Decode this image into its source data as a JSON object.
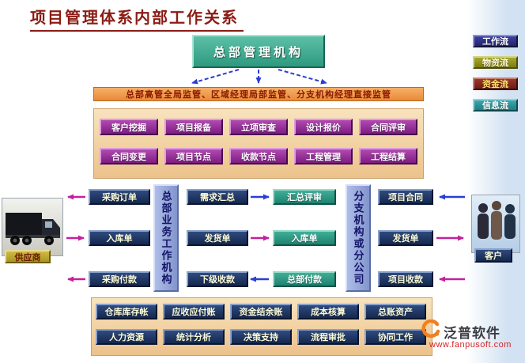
{
  "title": "项目管理体系内部工作关系",
  "legend": {
    "items": [
      {
        "label": "工作流",
        "color": "#2e3192"
      },
      {
        "label": "物资流",
        "color": "#8a8a10"
      },
      {
        "label": "资金流",
        "color": "#7c241c"
      },
      {
        "label": "信息流",
        "color": "#2e9aa0"
      }
    ]
  },
  "top": {
    "hq_label": "总部管理机构",
    "banner": "总部高管全局监管、区域经理局部监管、分支机构经理直接监管"
  },
  "process_panel": {
    "rows": [
      [
        "客户挖掘",
        "项目报备",
        "立项审查",
        "设计报价",
        "合同评审"
      ],
      [
        "合同变更",
        "项目节点",
        "收款节点",
        "工程管理",
        "工程结算"
      ]
    ]
  },
  "middle": {
    "supplier_label": "供应商",
    "customer_label": "客户",
    "hq_bar": "总部业务工作机构",
    "branch_bar": "分支机构或分公司",
    "left_column": [
      "采购订单",
      "入库单",
      "采购付款"
    ],
    "mid_left_column": [
      "需求汇总",
      "发货单",
      "下级收款"
    ],
    "mid_right_column": [
      "汇总评审",
      "入库单",
      "总部付款"
    ],
    "right_column": [
      "项目合同",
      "发货单",
      "项目收款"
    ]
  },
  "bottom_panel": {
    "rows": [
      [
        "仓库库存帐",
        "应收应付账",
        "资金结余账",
        "成本核算",
        "总账资产"
      ],
      [
        "人力资源",
        "统计分析",
        "决策支持",
        "流程审批",
        "协同工作"
      ]
    ]
  },
  "footer": {
    "brand": "泛普软件",
    "url": "www.fanpusoft.com"
  },
  "colors": {
    "accent_purple": "#8a1f8f",
    "accent_navy": "#1a2d5a",
    "accent_teal": "#2f9a84",
    "banner_orange": "#ef9a4a",
    "arrow_blue": "#2a3fd4",
    "arrow_magenta": "#c3219b",
    "brand_orange": "#f08020"
  }
}
